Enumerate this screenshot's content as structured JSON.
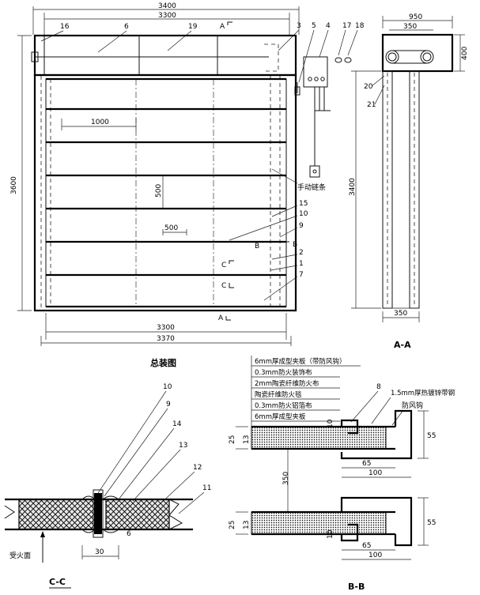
{
  "main_view": {
    "caption": "总装图",
    "dims": {
      "top_outer": "3400",
      "top_inner": "3300",
      "bottom_inner": "3300",
      "bottom_outer": "3370",
      "height": "3600",
      "slat_spacing": "500",
      "horizontal_span": "1000",
      "grid_500": "500"
    },
    "callouts": [
      "16",
      "6",
      "19",
      "3",
      "5",
      "4",
      "17",
      "18",
      "15",
      "10",
      "9",
      "2",
      "1",
      "7"
    ],
    "manual_chain_label": "手动链条",
    "section_marks": {
      "a": "A",
      "b": "B",
      "b1": "B",
      "c": "C"
    }
  },
  "aa_view": {
    "caption": "A-A",
    "dims": {
      "top_width": "950",
      "drum": "350",
      "box_height": "400",
      "height": "3400",
      "bottom_width": "350"
    },
    "callouts": [
      "20",
      "21"
    ]
  },
  "cc_view": {
    "caption": "C-C",
    "fire_side_label": "受火面",
    "dims": {
      "width_30": "30",
      "thickness": "6"
    },
    "callouts": [
      "10",
      "9",
      "14",
      "13",
      "12",
      "11"
    ]
  },
  "bb_view": {
    "caption": "B-B",
    "layers": [
      "6mm厚成型夹板（带防风钩）",
      "0.3mm防火装饰布",
      "2mm陶瓷纤维防火布",
      "陶瓷纤维防火毯",
      "0.3mm防火铝箔布",
      "6mm厚成型夹板"
    ],
    "steel_label": "1.5mm厚热镀锌带钢",
    "hook_label": "防风钩",
    "callout_8": "8",
    "dims": {
      "d25": "25",
      "d13": "13",
      "d10": "10",
      "d55": "55",
      "d65": "65",
      "d100": "100",
      "d350": "350"
    }
  }
}
